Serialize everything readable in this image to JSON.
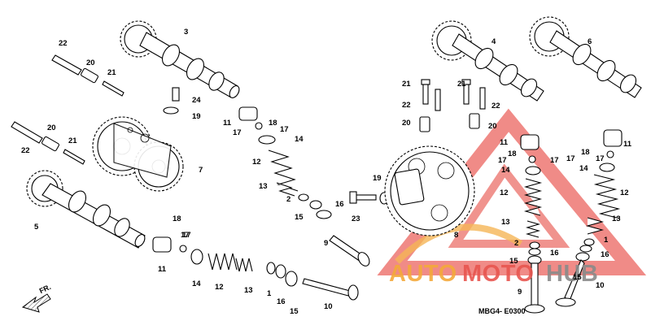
{
  "diagram": {
    "diagram_code": "MBG4- E0300",
    "direction_label": "FR.",
    "watermark": {
      "text_part1": "AUTO",
      "text_part2": "MOTO",
      "text_part3": "HUB",
      "color_orange": "#f4a93a",
      "color_red": "#e8554f",
      "color_gray": "#8a8a8a"
    },
    "callouts": [
      {
        "text": "22"
      },
      {
        "text": "20"
      },
      {
        "text": "21"
      },
      {
        "text": "3"
      },
      {
        "text": "24"
      },
      {
        "text": "19"
      },
      {
        "text": "20"
      },
      {
        "text": "22"
      },
      {
        "text": "21"
      },
      {
        "text": "7"
      },
      {
        "text": "5"
      },
      {
        "text": "11"
      },
      {
        "text": "18"
      },
      {
        "text": "17"
      },
      {
        "text": "17"
      },
      {
        "text": "14"
      },
      {
        "text": "12"
      },
      {
        "text": "13"
      },
      {
        "text": "2"
      },
      {
        "text": "16"
      },
      {
        "text": "15"
      },
      {
        "text": "9"
      },
      {
        "text": "23"
      },
      {
        "text": "19"
      },
      {
        "text": "18"
      },
      {
        "text": "17"
      },
      {
        "text": "11"
      },
      {
        "text": "17"
      },
      {
        "text": "14"
      },
      {
        "text": "12"
      },
      {
        "text": "13"
      },
      {
        "text": "1"
      },
      {
        "text": "16"
      },
      {
        "text": "15"
      },
      {
        "text": "10"
      },
      {
        "text": "4"
      },
      {
        "text": "6"
      },
      {
        "text": "21"
      },
      {
        "text": "21"
      },
      {
        "text": "22"
      },
      {
        "text": "22"
      },
      {
        "text": "20"
      },
      {
        "text": "20"
      },
      {
        "text": "11"
      },
      {
        "text": "18"
      },
      {
        "text": "17"
      },
      {
        "text": "17"
      },
      {
        "text": "14"
      },
      {
        "text": "12"
      },
      {
        "text": "13"
      },
      {
        "text": "8"
      },
      {
        "text": "2"
      },
      {
        "text": "16"
      },
      {
        "text": "15"
      },
      {
        "text": "9"
      },
      {
        "text": "11"
      },
      {
        "text": "18"
      },
      {
        "text": "17"
      },
      {
        "text": "17"
      },
      {
        "text": "14"
      },
      {
        "text": "12"
      },
      {
        "text": "13"
      },
      {
        "text": "1"
      },
      {
        "text": "16"
      },
      {
        "text": "15"
      },
      {
        "text": "10"
      }
    ]
  }
}
